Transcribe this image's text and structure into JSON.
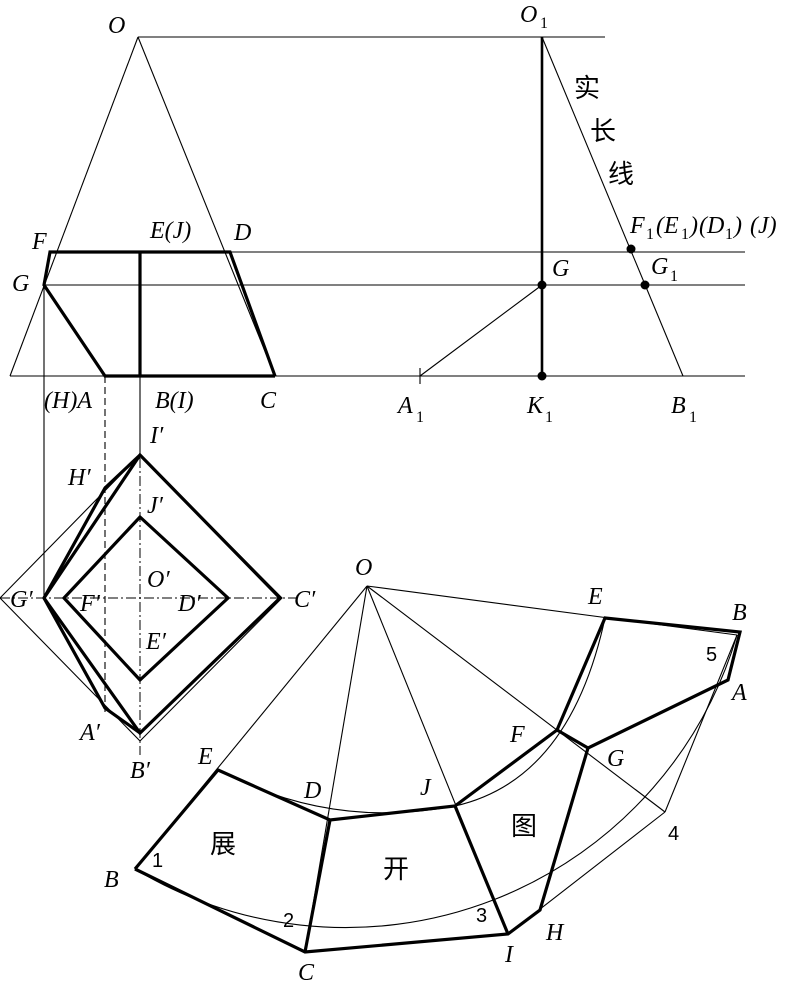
{
  "labels": {
    "O": "O",
    "O1": "O",
    "O1_sub": "1",
    "F": "F",
    "EJ": "E(J)",
    "D": "D",
    "G": "G",
    "G_right": "G",
    "HA": "(H)A",
    "BI": "B(I)",
    "C": "C",
    "A1": "A",
    "A1_sub": "1",
    "K1": "K",
    "K1_sub": "1",
    "B1": "B",
    "B1_sub": "1",
    "G1": "G",
    "G1_sub": "1",
    "F1": "F",
    "F1_sub": "1",
    "E1_open": "(E",
    "E1_sub": "1",
    "E1_close": ")",
    "D1_open": "(D",
    "D1_sub": "1",
    "D1_close": ")",
    "J_paren": "(J)",
    "Ip": "I′",
    "Hp": "H′",
    "Jp": "J′",
    "Gp": "G′",
    "Fp": "F′",
    "Op": "O′",
    "Dp": "D′",
    "Cp": "C′",
    "Ep": "E′",
    "Ap": "A′",
    "Bp": "B′",
    "dev_O": "O",
    "dev_E_top": "E",
    "dev_B_top": "B",
    "dev_A": "A",
    "dev_G": "G",
    "dev_F": "F",
    "dev_J": "J",
    "dev_D": "D",
    "dev_E_left": "E",
    "dev_B_left": "B",
    "dev_C": "C",
    "dev_I": "I",
    "dev_H": "H",
    "n1": "1",
    "n2": "2",
    "n3": "3",
    "n4": "4",
    "n5": "5"
  },
  "annotations": {
    "true_length_1": "实",
    "true_length_2": "长",
    "true_length_3": "线",
    "dev_word_1": "展",
    "dev_word_2": "开",
    "dev_word_3": "图"
  }
}
